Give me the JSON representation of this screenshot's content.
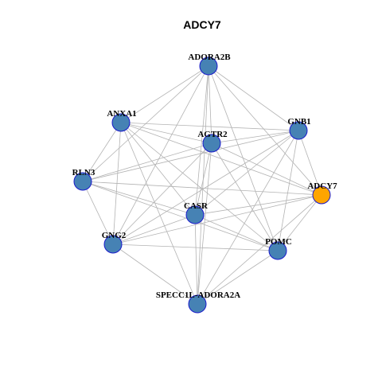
{
  "title": "ADCY7",
  "colors": {
    "default_node": "#4682b4",
    "highlight_node": "#ffa500",
    "node_border": "#1a1acc",
    "edge": "#b3b3b3"
  },
  "nodes": [
    {
      "id": "ADORA2B",
      "label": "ADORA2B",
      "highlight": false
    },
    {
      "id": "ANXA1",
      "label": "ANXA1",
      "highlight": false
    },
    {
      "id": "GNB1",
      "label": "GNB1",
      "highlight": false
    },
    {
      "id": "AGTR2",
      "label": "AGTR2",
      "highlight": false
    },
    {
      "id": "RLN3",
      "label": "RLN3",
      "highlight": false
    },
    {
      "id": "ADCY7",
      "label": "ADCY7",
      "highlight": true
    },
    {
      "id": "CASR",
      "label": "CASR",
      "highlight": false
    },
    {
      "id": "GNG2",
      "label": "GNG2",
      "highlight": false
    },
    {
      "id": "POMC",
      "label": "POMC",
      "highlight": false
    },
    {
      "id": "SPECC1L-ADORA2A",
      "label": "SPECC1L-ADORA2A",
      "highlight": false
    }
  ],
  "edges": [
    [
      "ADORA2B",
      "ANXA1"
    ],
    [
      "ADORA2B",
      "GNB1"
    ],
    [
      "ADORA2B",
      "AGTR2"
    ],
    [
      "ADORA2B",
      "RLN3"
    ],
    [
      "ADORA2B",
      "ADCY7"
    ],
    [
      "ADORA2B",
      "CASR"
    ],
    [
      "ADORA2B",
      "GNG2"
    ],
    [
      "ADORA2B",
      "POMC"
    ],
    [
      "ADORA2B",
      "SPECC1L-ADORA2A"
    ],
    [
      "ANXA1",
      "GNB1"
    ],
    [
      "ANXA1",
      "AGTR2"
    ],
    [
      "ANXA1",
      "RLN3"
    ],
    [
      "ANXA1",
      "ADCY7"
    ],
    [
      "ANXA1",
      "CASR"
    ],
    [
      "ANXA1",
      "GNG2"
    ],
    [
      "ANXA1",
      "POMC"
    ],
    [
      "ANXA1",
      "SPECC1L-ADORA2A"
    ],
    [
      "GNB1",
      "AGTR2"
    ],
    [
      "GNB1",
      "RLN3"
    ],
    [
      "GNB1",
      "ADCY7"
    ],
    [
      "GNB1",
      "CASR"
    ],
    [
      "GNB1",
      "GNG2"
    ],
    [
      "GNB1",
      "POMC"
    ],
    [
      "GNB1",
      "SPECC1L-ADORA2A"
    ],
    [
      "AGTR2",
      "RLN3"
    ],
    [
      "AGTR2",
      "ADCY7"
    ],
    [
      "AGTR2",
      "CASR"
    ],
    [
      "AGTR2",
      "GNG2"
    ],
    [
      "AGTR2",
      "POMC"
    ],
    [
      "AGTR2",
      "SPECC1L-ADORA2A"
    ],
    [
      "RLN3",
      "ADCY7"
    ],
    [
      "RLN3",
      "CASR"
    ],
    [
      "RLN3",
      "GNG2"
    ],
    [
      "RLN3",
      "POMC"
    ],
    [
      "ADCY7",
      "CASR"
    ],
    [
      "ADCY7",
      "GNG2"
    ],
    [
      "ADCY7",
      "POMC"
    ],
    [
      "ADCY7",
      "SPECC1L-ADORA2A"
    ],
    [
      "CASR",
      "GNG2"
    ],
    [
      "CASR",
      "POMC"
    ],
    [
      "CASR",
      "SPECC1L-ADORA2A"
    ],
    [
      "GNG2",
      "POMC"
    ],
    [
      "GNG2",
      "SPECC1L-ADORA2A"
    ],
    [
      "POMC",
      "SPECC1L-ADORA2A"
    ]
  ]
}
